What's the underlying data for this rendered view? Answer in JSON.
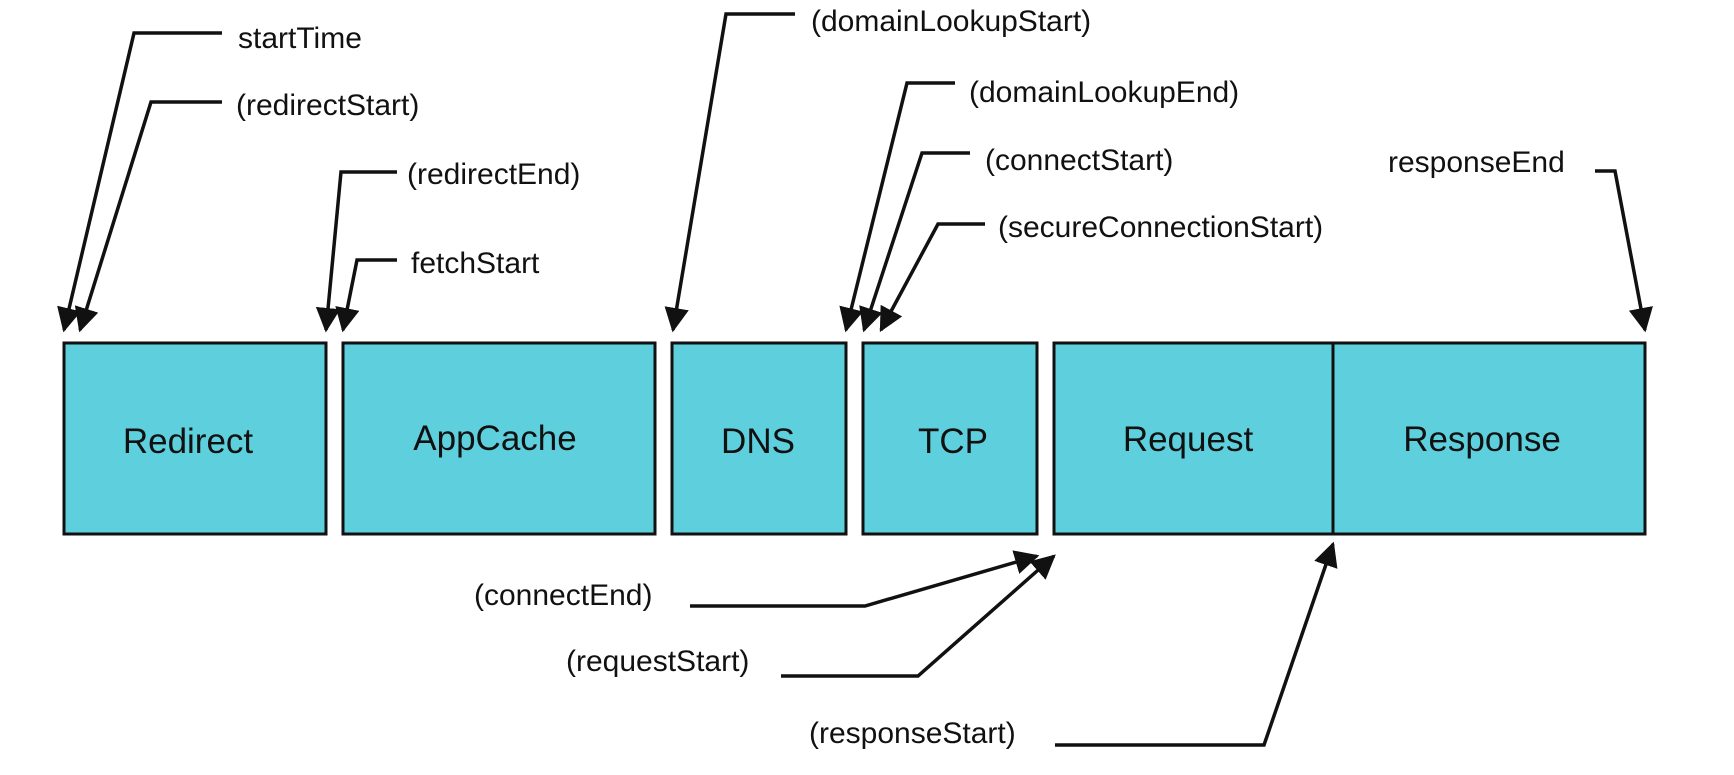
{
  "diagram": {
    "colors": {
      "phase_fill": "#5ecfdd",
      "stroke": "#111111"
    },
    "phases": {
      "redirect": "Redirect",
      "appcache": "AppCache",
      "dns": "DNS",
      "tcp": "TCP",
      "request": "Request",
      "response": "Response"
    },
    "labels": {
      "start_time": "startTime",
      "redirect_start": "(redirectStart)",
      "redirect_end": "(redirectEnd)",
      "fetch_start": "fetchStart",
      "domain_lookup_start": "(domainLookupStart)",
      "domain_lookup_end": "(domainLookupEnd)",
      "connect_start": "(connectStart)",
      "secure_connection_start": "(secureConnectionStart)",
      "response_end": "responseEnd",
      "connect_end": "(connectEnd)",
      "request_start": "(requestStart)",
      "response_start": "(responseStart)"
    }
  }
}
